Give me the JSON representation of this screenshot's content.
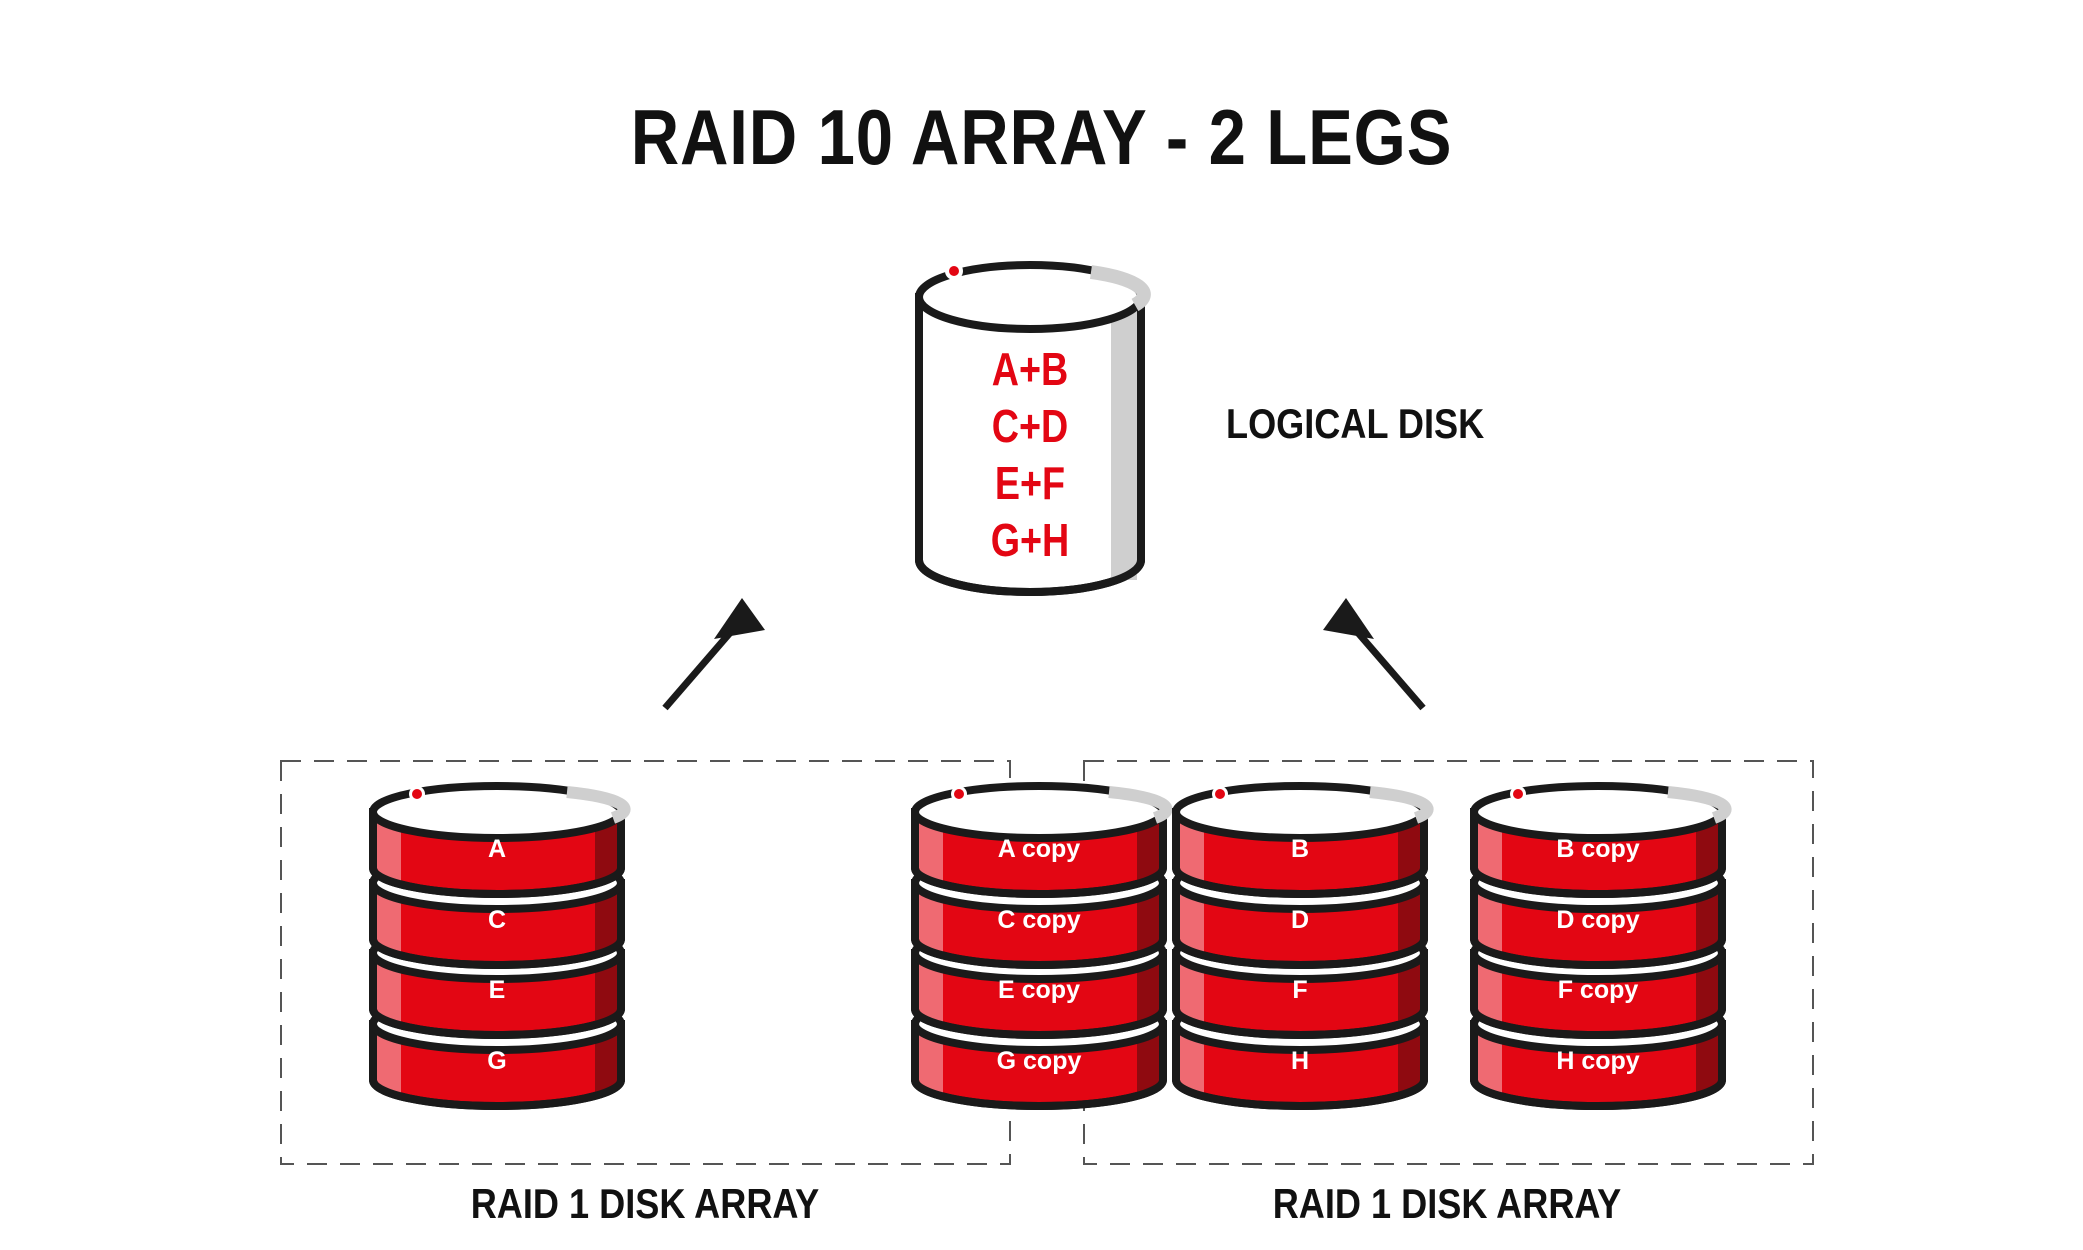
{
  "title": "RAID 10 ARRAY - 2 LEGS",
  "logical_disk": {
    "label": "LOGICAL DISK",
    "contents": [
      "A+B",
      "C+D",
      "E+F",
      "G+H"
    ]
  },
  "raid1_arrays": [
    {
      "label": "RAID 1 DISK ARRAY",
      "disks": [
        {
          "platters": [
            "A",
            "C",
            "E",
            "G"
          ]
        },
        {
          "platters": [
            "A copy",
            "C copy",
            "E copy",
            "G copy"
          ]
        }
      ]
    },
    {
      "label": "RAID 1 DISK ARRAY",
      "disks": [
        {
          "platters": [
            "B",
            "D",
            "F",
            "H"
          ]
        },
        {
          "platters": [
            "B copy",
            "D copy",
            "F copy",
            "H copy"
          ]
        }
      ]
    }
  ],
  "colors": {
    "red": "#e30613",
    "red_light": "#ef6a72",
    "red_dark": "#8f0a10",
    "outline": "#1a1a1a",
    "shade": "#cfcfcf",
    "dash": "#555555"
  }
}
